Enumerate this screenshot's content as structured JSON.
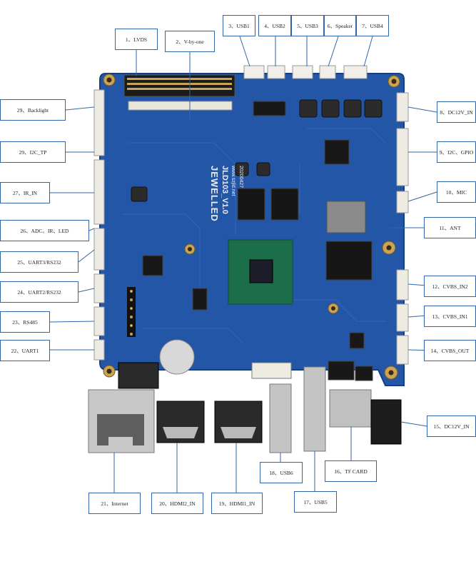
{
  "board": {
    "brand": "JEWELLED",
    "model": "JLD103_V1.0",
    "website": "www.szjld.net",
    "date": "20200427"
  },
  "callouts": [
    {
      "id": "c1",
      "text": "1、LVDS"
    },
    {
      "id": "c2",
      "text": "2、V-by-one"
    },
    {
      "id": "c3",
      "text": "3、USB1"
    },
    {
      "id": "c4",
      "text": "4、USB2"
    },
    {
      "id": "c5",
      "text": "5、USB3"
    },
    {
      "id": "c6",
      "text": "6、Speaker"
    },
    {
      "id": "c7",
      "text": "7、USB4"
    },
    {
      "id": "c8",
      "text": "8、DC12V_IN"
    },
    {
      "id": "c9",
      "text": "9、I2C、GPIO"
    },
    {
      "id": "c10",
      "text": "10、MIC"
    },
    {
      "id": "c11",
      "text": "11、ANT"
    },
    {
      "id": "c12",
      "text": "12、CVBS_IN2"
    },
    {
      "id": "c13",
      "text": "13、CVBS_IN1"
    },
    {
      "id": "c14",
      "text": "14、CVBS_OUT"
    },
    {
      "id": "c15",
      "text": "15、DC12V_IN"
    },
    {
      "id": "c16",
      "text": "16、TF CARD"
    },
    {
      "id": "c17",
      "text": "17、USB5"
    },
    {
      "id": "c18",
      "text": "18、USB6"
    },
    {
      "id": "c19",
      "text": "19、HDMI1_IN"
    },
    {
      "id": "c20",
      "text": "20、HDMI2_IN"
    },
    {
      "id": "c21",
      "text": "21、Internet"
    },
    {
      "id": "c22",
      "text": "22、UART1"
    },
    {
      "id": "c23",
      "text": "23、RS485"
    },
    {
      "id": "c24",
      "text": "24、UART2/RS232"
    },
    {
      "id": "c25",
      "text": "25、UART3/RS232"
    },
    {
      "id": "c26",
      "text": "26、ADC、IR、LED"
    },
    {
      "id": "c27",
      "text": "27、IR_IN"
    },
    {
      "id": "c28",
      "text": "29、I2C_TP"
    },
    {
      "id": "c29",
      "text": "29、Backlight"
    }
  ]
}
